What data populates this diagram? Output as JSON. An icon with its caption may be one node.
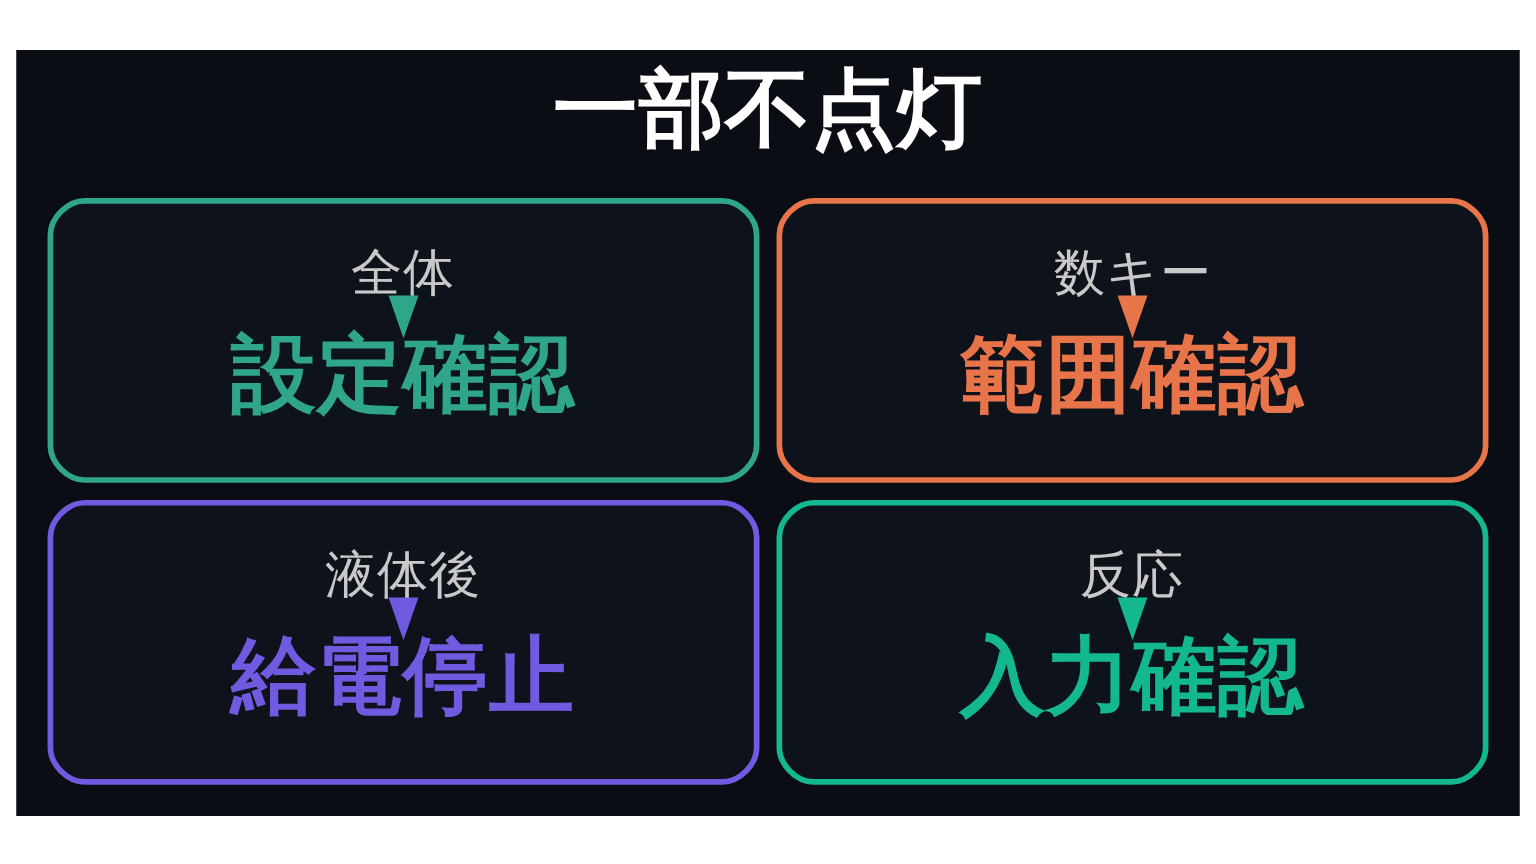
{
  "diagram": {
    "title": "一部不点灯",
    "nodes": [
      {
        "text": [],
        "shape": "box"
      },
      {
        "text": [
          "全体"
        ],
        "in": 0
      },
      {
        "text": [
          "設定確認"
        ],
        "in": 0
      },
      {
        "text": [],
        "shape": "box"
      },
      {
        "text": [
          "数キー"
        ],
        "in": 3
      },
      {
        "text": [
          "範囲確認"
        ],
        "in": 3
      },
      {
        "text": [],
        "shape": "box"
      },
      {
        "text": [
          "液体後"
        ],
        "in": 6
      },
      {
        "text": [
          "給電停止"
        ],
        "in": 6
      },
      {
        "text": [],
        "shape": "box"
      },
      {
        "text": [
          "反応"
        ],
        "in": 9
      },
      {
        "text": [
          "入力確認"
        ],
        "in": 9
      }
    ],
    "edges": [
      {
        "from": 1,
        "to": 2,
        "arrow": "to",
        "color": "#2fa58a"
      },
      {
        "from": 4,
        "to": 5,
        "arrow": "to",
        "color": "#e8744a"
      },
      {
        "from": 7,
        "to": 8,
        "arrow": "to",
        "color": "#6f5ae0"
      },
      {
        "from": 10,
        "to": 11,
        "arrow": "to",
        "color": "#14b890"
      }
    ]
  }
}
